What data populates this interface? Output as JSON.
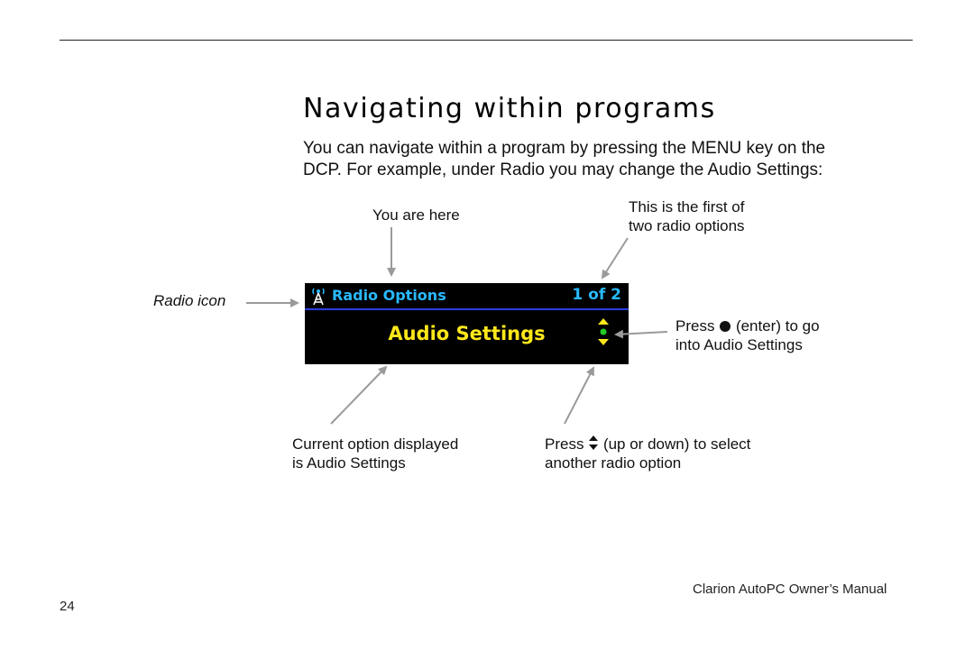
{
  "heading": "Navigating within programs",
  "intro": {
    "line1": "You can navigate within a program by pressing the MENU key on the",
    "line2": "DCP.  For example, under Radio you may change the Audio Settings:"
  },
  "callouts": {
    "you_are_here": "You are here",
    "first_option_line1": "This is the first of",
    "first_option_line2": "two radio options",
    "radio_icon": "Radio icon",
    "enter_before": "Press",
    "enter_after": "(enter) to go",
    "enter_line2": "into Audio Settings",
    "current_line1": "Current option displayed",
    "current_line2": "is Audio Settings",
    "updown_before": "Press",
    "updown_after": "(up or down) to select",
    "updown_line2": "another radio option"
  },
  "screen": {
    "title": "Radio Options",
    "count": "1 of 2",
    "option": "Audio Settings",
    "colors": {
      "background": "#000000",
      "title": "#29b9ff",
      "option": "#ffe81a",
      "divider": "#2a3de0",
      "enter_dot": "#22cc22"
    },
    "icons": [
      "radio-antenna-icon",
      "up-down-enter-icon"
    ]
  },
  "footer": {
    "manual": "Clarion AutoPC Owner’s Manual",
    "page_number": "24"
  }
}
